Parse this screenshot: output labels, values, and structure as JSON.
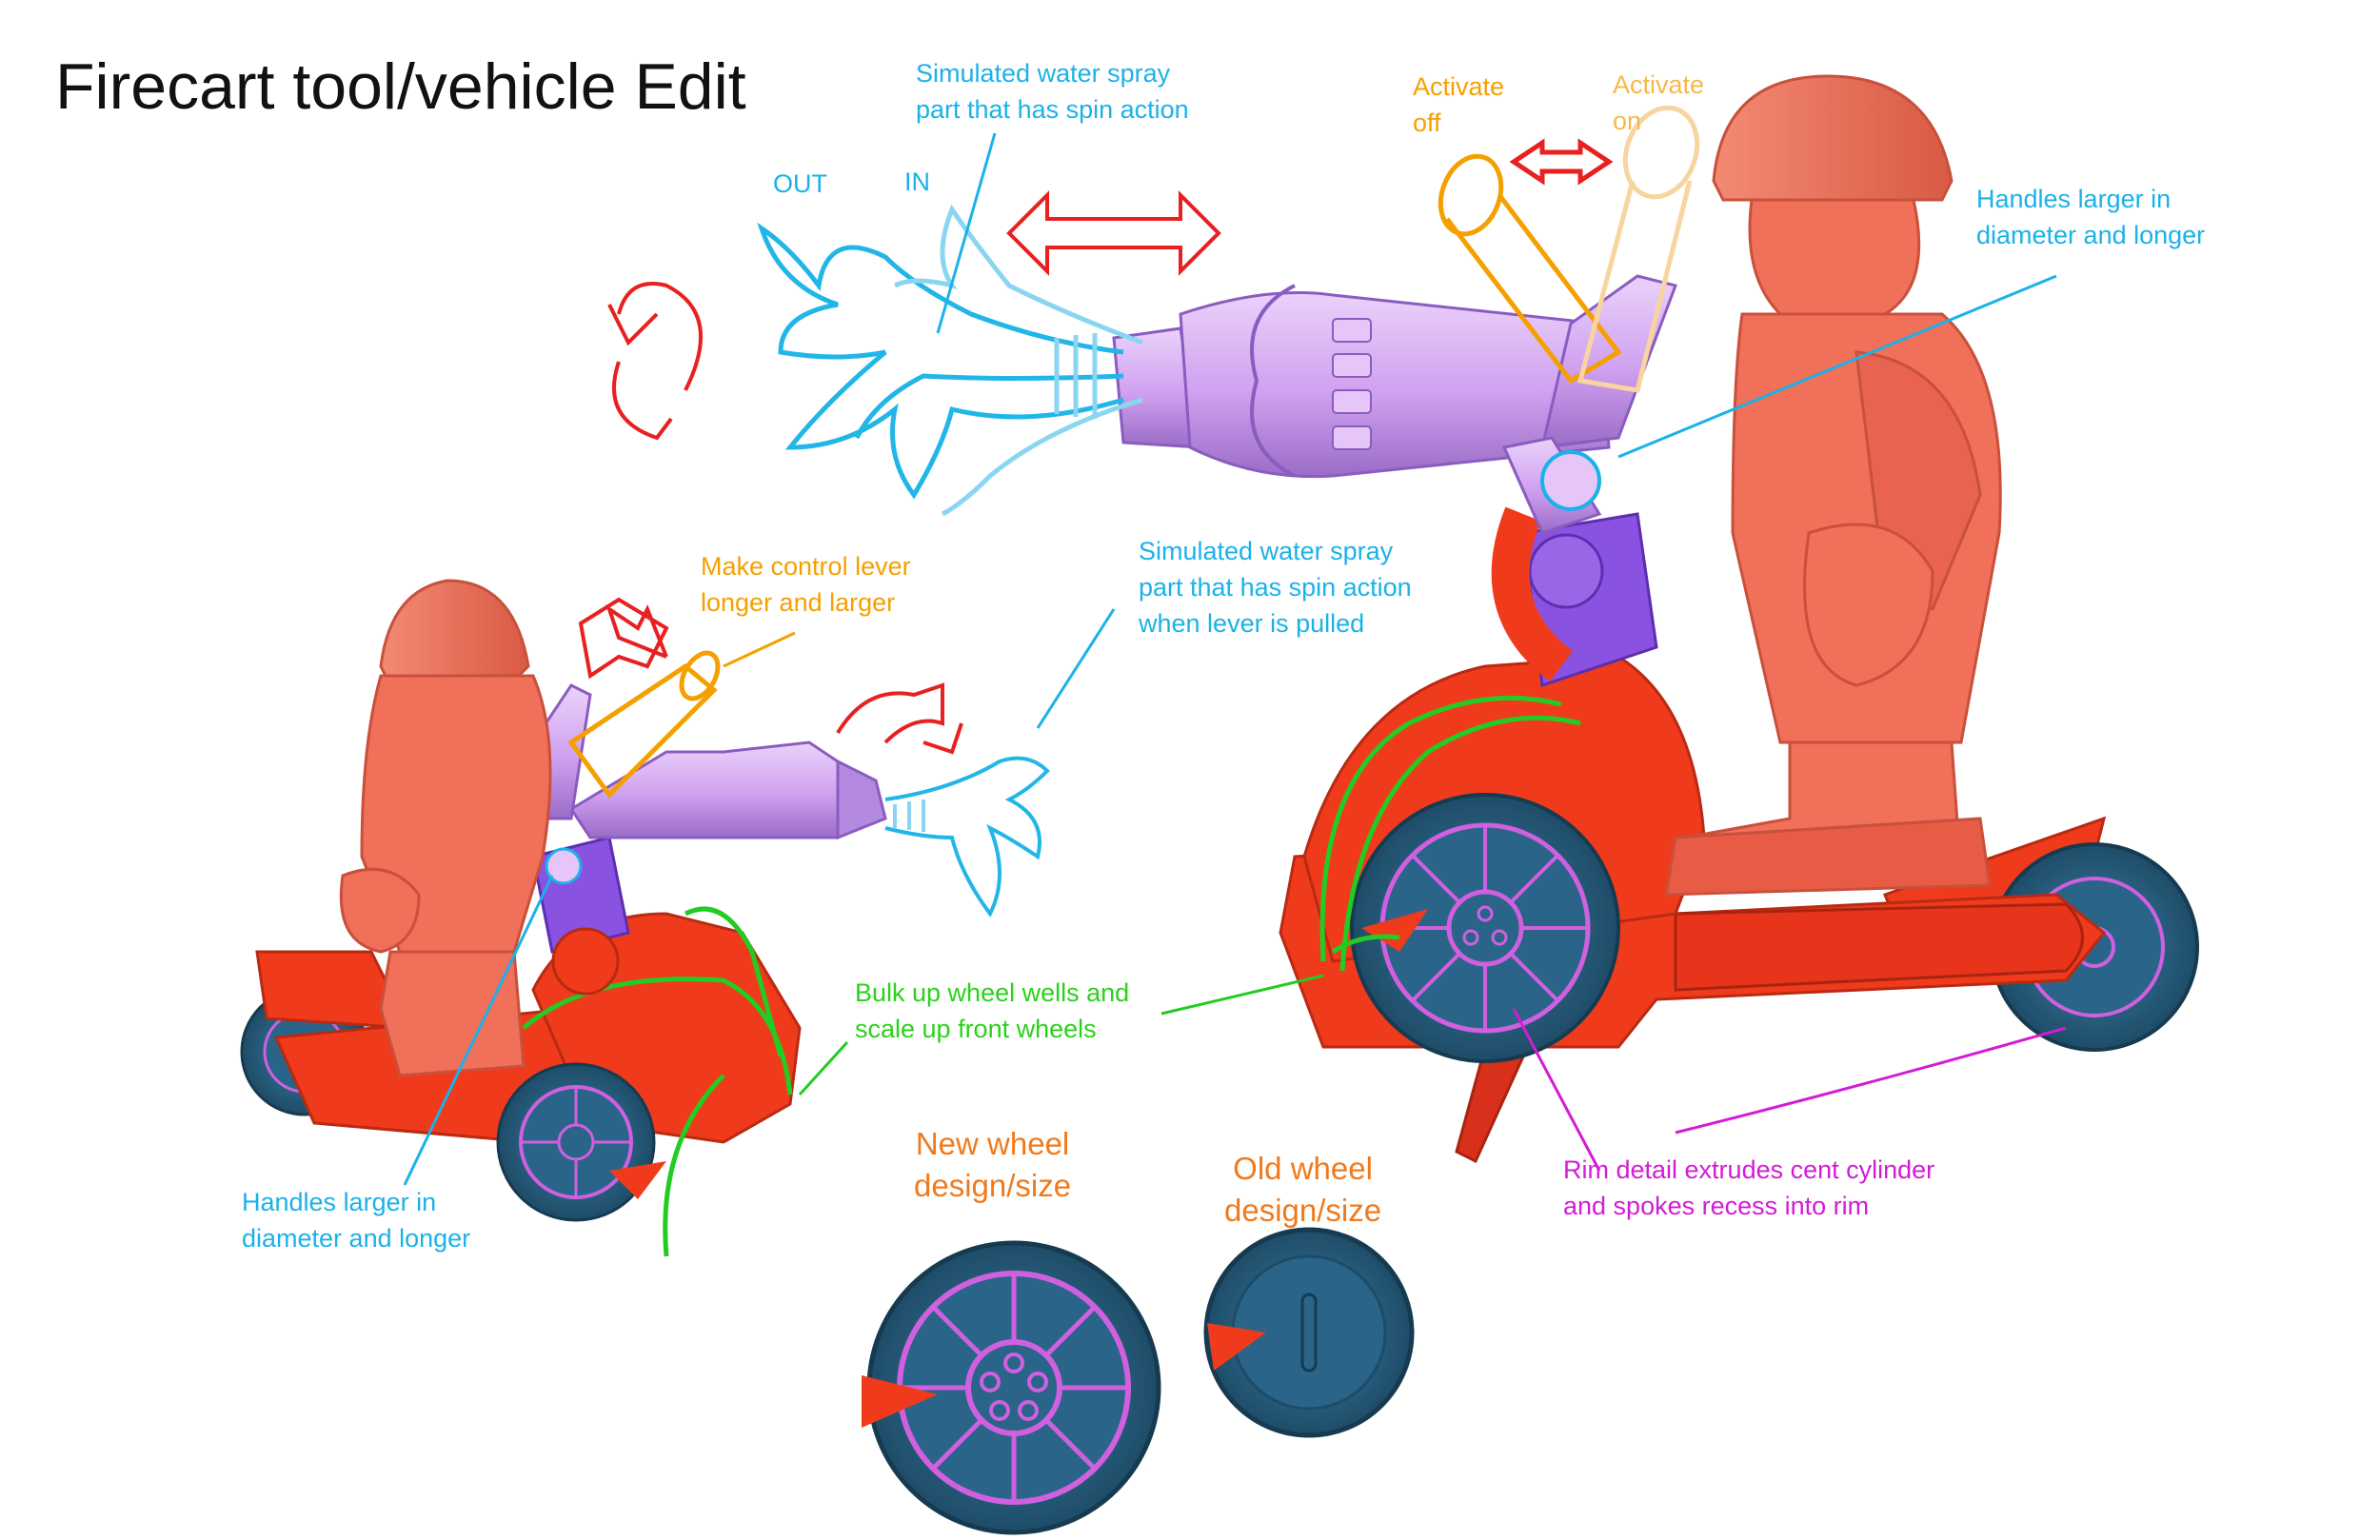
{
  "title": "Firecart tool/vehicle  Edit",
  "annotations": {
    "spray_top": [
      "Simulated water spray",
      "part that has spin action"
    ],
    "out_label": "OUT",
    "in_label": "IN",
    "activate_off": [
      "Activate",
      "off"
    ],
    "activate_on": [
      "Activate",
      "on"
    ],
    "handles_right": [
      "Handles larger in",
      "diameter and longer"
    ],
    "control_lever": [
      "Make control lever",
      "longer and larger"
    ],
    "spray_mid": [
      "Simulated water spray",
      "part that has spin action",
      "when lever is pulled"
    ],
    "bulk_up": [
      "Bulk up wheel wells and",
      "scale up front wheels"
    ],
    "handles_left": [
      "Handles larger in",
      "diameter and longer"
    ],
    "rim_detail": [
      "Rim detail extrudes cent cylinder",
      "and spokes recess into rim"
    ]
  },
  "wheels": {
    "new_label": [
      "New wheel",
      "design/size"
    ],
    "old_label": [
      "Old wheel",
      "design/size"
    ]
  },
  "colors": {
    "figure": "#f0705a",
    "figure_dark": "#c8503c",
    "cart_red": "#f03a1c",
    "cart_dark": "#b82a12",
    "hose_purple": "#d4a8f0",
    "hose_dark": "#8a5cc0",
    "wheel_tire": "#2f6e92",
    "wheel_dark": "#1e4c68",
    "wheel_rim": "#d060e0",
    "spray_cyan": "#22b6e8",
    "spray_light": "#8ad6f2",
    "arrow_red": "#e82020",
    "lever_orange": "#f5a000",
    "green_sketch": "#22cc22",
    "leader_magenta": "#d21cd6"
  }
}
